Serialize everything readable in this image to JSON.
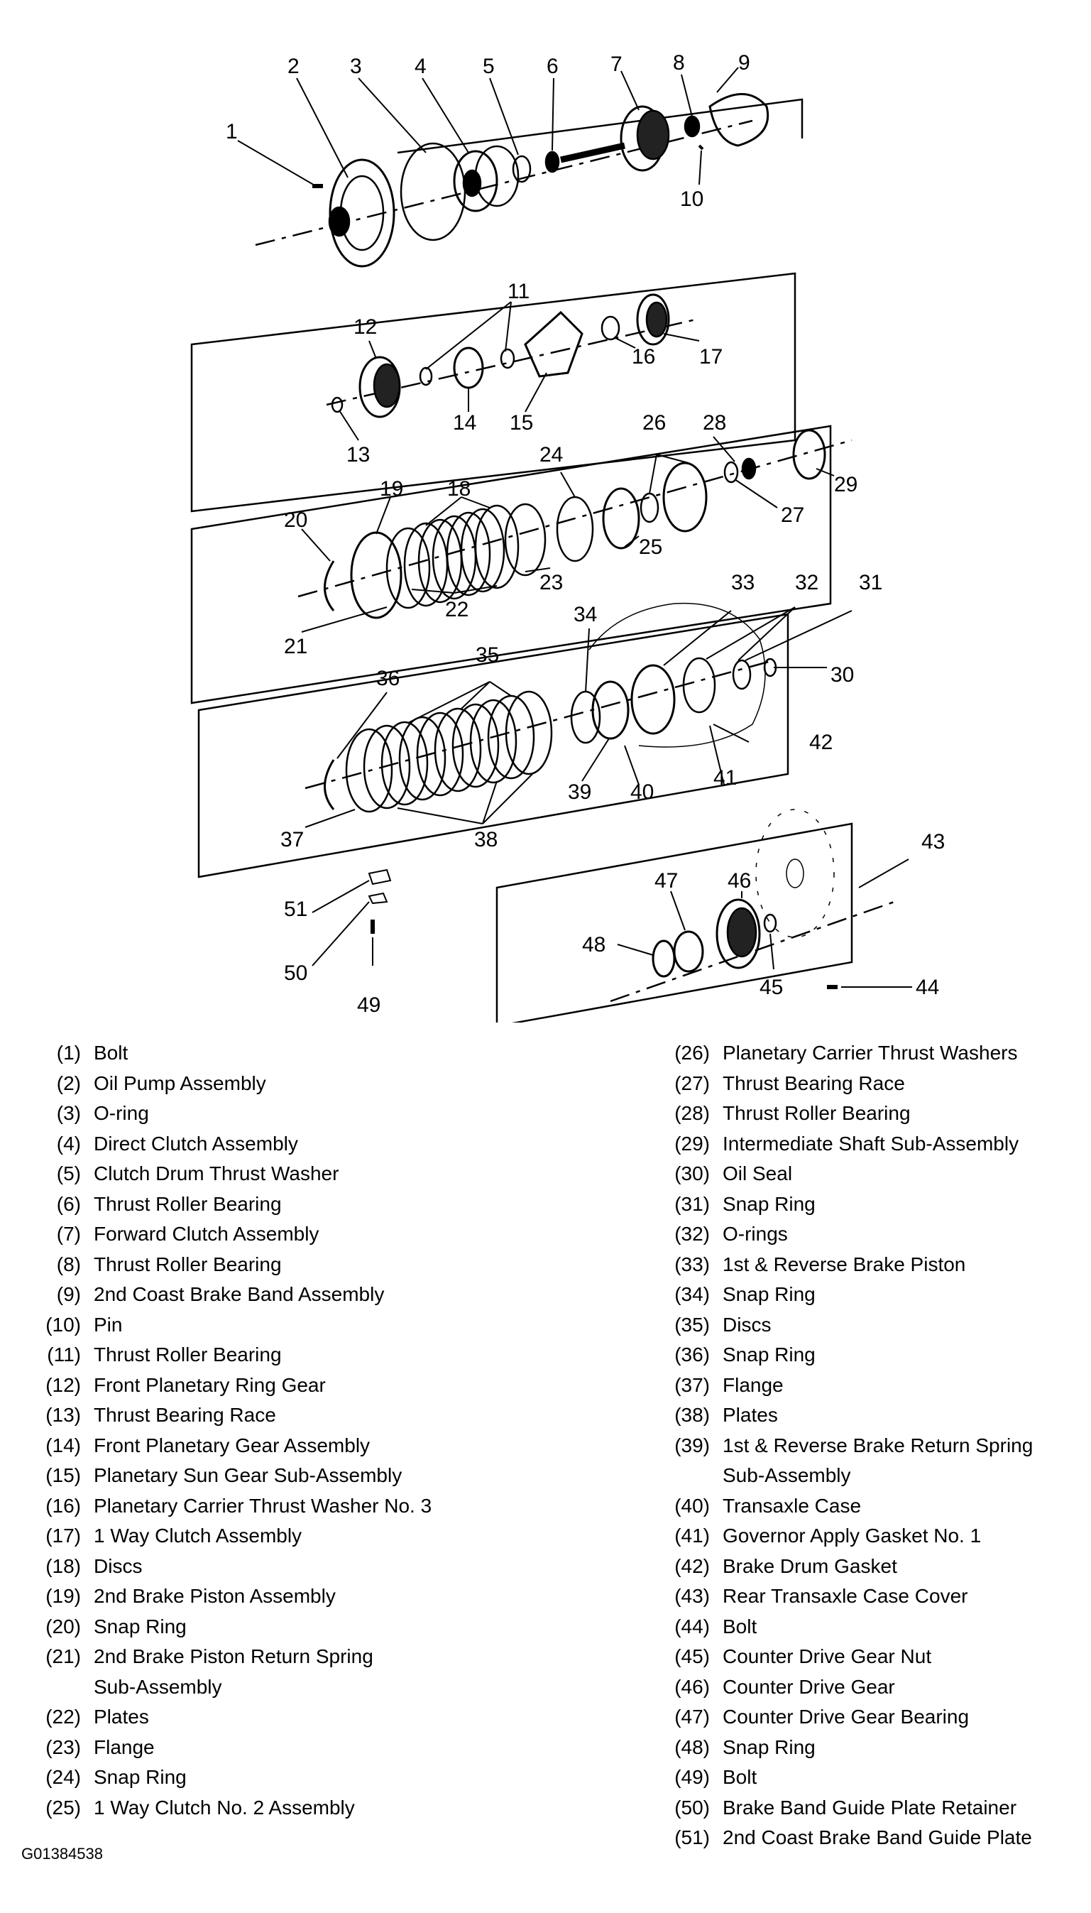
{
  "callouts": [
    "1",
    "2",
    "3",
    "4",
    "5",
    "6",
    "7",
    "8",
    "9",
    "10",
    "11",
    "12",
    "13",
    "14",
    "15",
    "16",
    "17",
    "18",
    "19",
    "20",
    "21",
    "22",
    "23",
    "24",
    "25",
    "26",
    "27",
    "28",
    "29",
    "30",
    "31",
    "32",
    "33",
    "34",
    "35",
    "36",
    "37",
    "38",
    "39",
    "40",
    "41",
    "42",
    "43",
    "44",
    "45",
    "46",
    "47",
    "48",
    "49",
    "50",
    "51"
  ],
  "legend_left": [
    {
      "num": "(1)",
      "name": "Bolt"
    },
    {
      "num": "(2)",
      "name": "Oil Pump Assembly"
    },
    {
      "num": "(3)",
      "name": "O-ring"
    },
    {
      "num": "(4)",
      "name": "Direct Clutch Assembly"
    },
    {
      "num": "(5)",
      "name": "Clutch Drum Thrust Washer"
    },
    {
      "num": "(6)",
      "name": "Thrust Roller Bearing"
    },
    {
      "num": "(7)",
      "name": "Forward Clutch Assembly"
    },
    {
      "num": "(8)",
      "name": "Thrust Roller Bearing"
    },
    {
      "num": "(9)",
      "name": "2nd Coast Brake Band Assembly"
    },
    {
      "num": "(10)",
      "name": "Pin"
    },
    {
      "num": "(11)",
      "name": "Thrust Roller Bearing"
    },
    {
      "num": "(12)",
      "name": "Front Planetary Ring Gear"
    },
    {
      "num": "(13)",
      "name": "Thrust Bearing Race"
    },
    {
      "num": "(14)",
      "name": "Front Planetary Gear Assembly"
    },
    {
      "num": "(15)",
      "name": "Planetary Sun Gear Sub-Assembly"
    },
    {
      "num": "(16)",
      "name": "Planetary Carrier Thrust Washer No. 3"
    },
    {
      "num": "(17)",
      "name": "1 Way Clutch Assembly"
    },
    {
      "num": "(18)",
      "name": "Discs"
    },
    {
      "num": "(19)",
      "name": "2nd Brake Piston Assembly"
    },
    {
      "num": "(20)",
      "name": "Snap Ring"
    },
    {
      "num": "(21)",
      "name": "2nd Brake Piston Return Spring\nSub-Assembly"
    },
    {
      "num": "(22)",
      "name": "Plates"
    },
    {
      "num": "(23)",
      "name": "Flange"
    },
    {
      "num": "(24)",
      "name": "Snap Ring"
    },
    {
      "num": "(25)",
      "name": "1 Way Clutch No. 2 Assembly"
    }
  ],
  "legend_right": [
    {
      "num": "(26)",
      "name": "Planetary Carrier Thrust Washers"
    },
    {
      "num": "(27)",
      "name": "Thrust Bearing Race"
    },
    {
      "num": "(28)",
      "name": "Thrust Roller Bearing"
    },
    {
      "num": "(29)",
      "name": "Intermediate Shaft Sub-Assembly"
    },
    {
      "num": "(30)",
      "name": "Oil Seal"
    },
    {
      "num": "(31)",
      "name": "Snap Ring"
    },
    {
      "num": "(32)",
      "name": "O-rings"
    },
    {
      "num": "(33)",
      "name": "1st & Reverse Brake Piston"
    },
    {
      "num": "(34)",
      "name": "Snap Ring"
    },
    {
      "num": "(35)",
      "name": "Discs"
    },
    {
      "num": "(36)",
      "name": "Snap Ring"
    },
    {
      "num": "(37)",
      "name": "Flange"
    },
    {
      "num": "(38)",
      "name": "Plates"
    },
    {
      "num": "(39)",
      "name": "1st & Reverse Brake Return Spring\nSub-Assembly"
    },
    {
      "num": "(40)",
      "name": "Transaxle Case"
    },
    {
      "num": "(41)",
      "name": "Governor Apply Gasket No. 1"
    },
    {
      "num": "(42)",
      "name": "Brake Drum Gasket"
    },
    {
      "num": "(43)",
      "name": "Rear Transaxle Case Cover"
    },
    {
      "num": "(44)",
      "name": "Bolt"
    },
    {
      "num": "(45)",
      "name": "Counter Drive Gear Nut"
    },
    {
      "num": "(46)",
      "name": "Counter Drive Gear"
    },
    {
      "num": "(47)",
      "name": "Counter Drive Gear Bearing"
    },
    {
      "num": "(48)",
      "name": "Snap Ring"
    },
    {
      "num": "(49)",
      "name": "Bolt"
    },
    {
      "num": "(50)",
      "name": "Brake Band Guide Plate Retainer"
    },
    {
      "num": "(51)",
      "name": "2nd Coast Brake Band Guide Plate"
    }
  ],
  "figure_id": "G01384538"
}
